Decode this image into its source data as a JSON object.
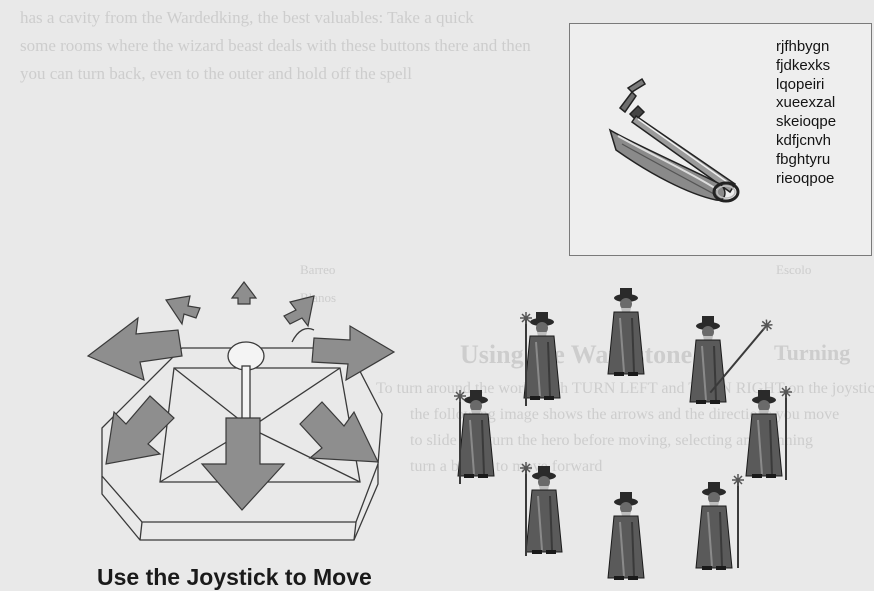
{
  "codes_list": [
    "rjfhbygn",
    "fjdkexks",
    "lqopeiri",
    "xueexzal",
    "skeioqpe",
    "kdfjcnvh",
    "fbghtyru",
    "rieoqpoe"
  ],
  "caption": "Use the Joystick to Move",
  "bleed_through": {
    "line1": "has a cavity from the Wardedking, the best valuables: Take a quick",
    "line2": "some rooms where the wizard beast deals with these buttons there and then",
    "line3": "you can turn back, even to the outer and hold off the spell",
    "heading_mirror": "Using the Wardstone",
    "word_turning": "Turning",
    "line4": "To turn around the world with TURN LEFT and TURN RIGHT on the joystick",
    "line5": "the following image shows the arrows and the directions you move",
    "line6": "to slide and turn the hero before moving, selecting and running",
    "line7": "turn a button to move forward",
    "small1": "Barreo",
    "small2": "Blanos",
    "small3": "Escolo"
  },
  "colors": {
    "background": "#e9e9e9",
    "arrow_fill": "#8e8e8e",
    "outline": "#3a3a3a",
    "text": "#141414"
  },
  "icons": [
    "sword-icon",
    "joystick-icon",
    "arrow-icon",
    "wizard-sprite-icon"
  ]
}
